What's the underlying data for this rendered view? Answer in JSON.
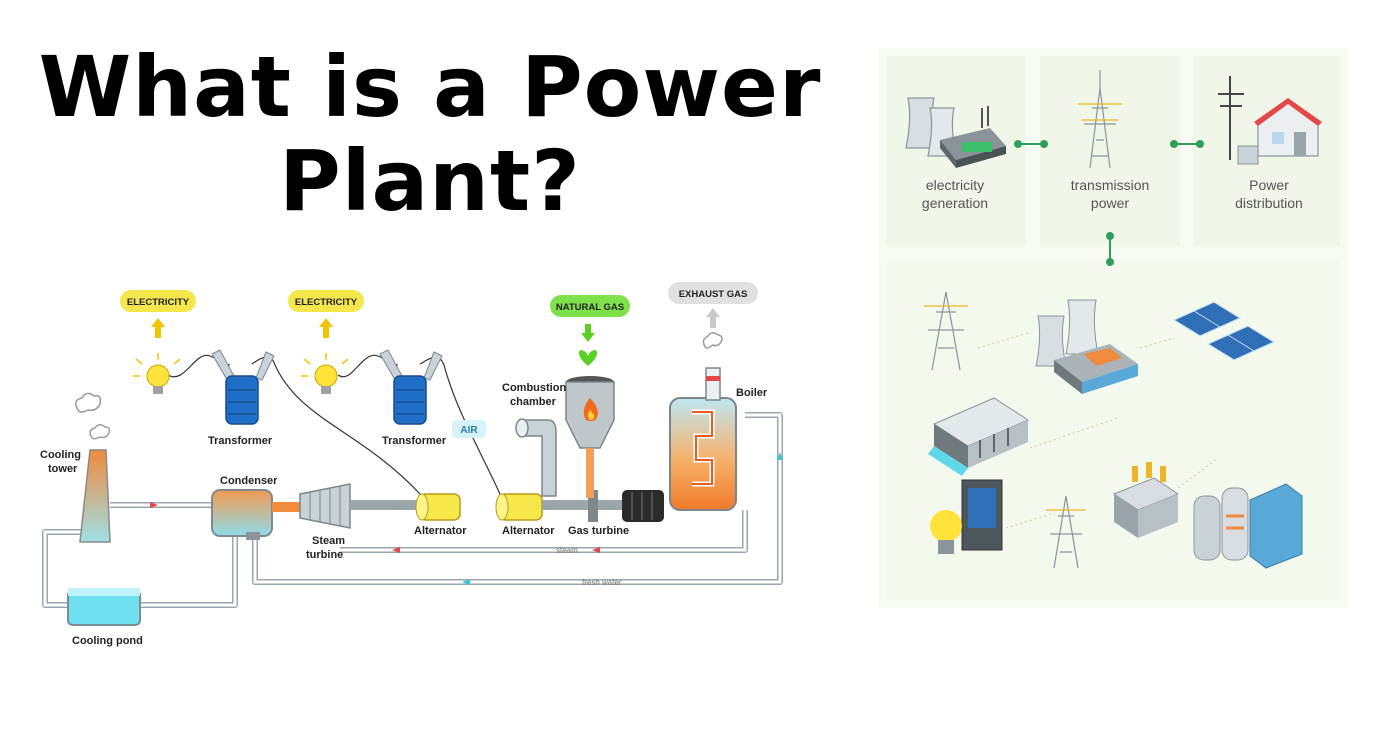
{
  "title": {
    "line1": "What is a Power",
    "line2": "Plant?"
  },
  "diagram": {
    "signs": {
      "electricity_1": "ELECTRICITY",
      "electricity_2": "ELECTRICITY",
      "natural_gas": "NATURAL GAS",
      "exhaust_gas": "EXHAUST GAS",
      "air": "AIR"
    },
    "labels": {
      "cooling_tower_1": "Cooling",
      "cooling_tower_2": "tower",
      "cooling_pond": "Cooling pond",
      "transformer_1": "Transformer",
      "transformer_2": "Transformer",
      "condenser": "Condenser",
      "steam_turbine_1": "Steam",
      "steam_turbine_2": "turbine",
      "alternator_1": "Alternator",
      "alternator_2": "Alternator",
      "gas_turbine": "Gas turbine",
      "combustion_1": "Combustion",
      "combustion_2": "chamber",
      "boiler": "Boiler",
      "steam": "steam",
      "fresh_water": "fresh water"
    },
    "colors": {
      "sign_yellow": "#f5e64b",
      "sign_green": "#7ee04a",
      "sign_gray": "#e0e0e0",
      "bulb": "#ffe23a",
      "transformer_blue": "#1f6fc8",
      "tower_orange": "#f08a3c",
      "water_cyan": "#5fd8ea",
      "alternator_yellow": "#f6e84a"
    }
  },
  "panel": {
    "stages": {
      "generation_1": "electricity",
      "generation_2": "generation",
      "transmission_1": "transmission",
      "transmission_2": "power",
      "distribution_1": "Power",
      "distribution_2": "distribution"
    },
    "colors": {
      "connector": "#2e9e5b",
      "background": "#f7fbf1"
    }
  }
}
